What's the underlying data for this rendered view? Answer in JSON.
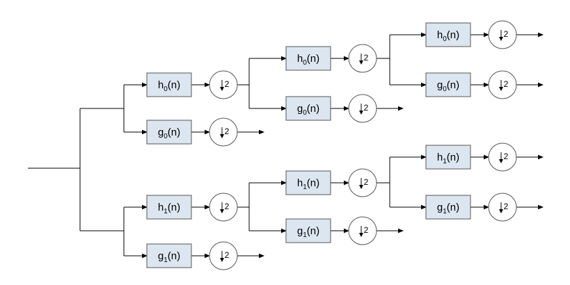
{
  "filters": [
    {
      "id": "L1-top-h",
      "base": "h",
      "sub": "0",
      "arg": "(n)"
    },
    {
      "id": "L1-top-g",
      "base": "g",
      "sub": "0",
      "arg": "(n)"
    },
    {
      "id": "L1-bot-h",
      "base": "h",
      "sub": "1",
      "arg": "(n)"
    },
    {
      "id": "L1-bot-g",
      "base": "g",
      "sub": "1",
      "arg": "(n)"
    },
    {
      "id": "L2-top-h",
      "base": "h",
      "sub": "0",
      "arg": "(n)"
    },
    {
      "id": "L2-top-g",
      "base": "g",
      "sub": "0",
      "arg": "(n)"
    },
    {
      "id": "L2-bot-h",
      "base": "h",
      "sub": "1",
      "arg": "(n)"
    },
    {
      "id": "L2-bot-g",
      "base": "g",
      "sub": "1",
      "arg": "(n)"
    },
    {
      "id": "L3-top-h",
      "base": "h",
      "sub": "0",
      "arg": "(n)"
    },
    {
      "id": "L3-top-g",
      "base": "g",
      "sub": "0",
      "arg": "(n)"
    },
    {
      "id": "L3-bot-h",
      "base": "h",
      "sub": "1",
      "arg": "(n)"
    },
    {
      "id": "L3-bot-g",
      "base": "g",
      "sub": "1",
      "arg": "(n)"
    }
  ],
  "downsampler": {
    "arrow": "↓",
    "factor": "2"
  }
}
